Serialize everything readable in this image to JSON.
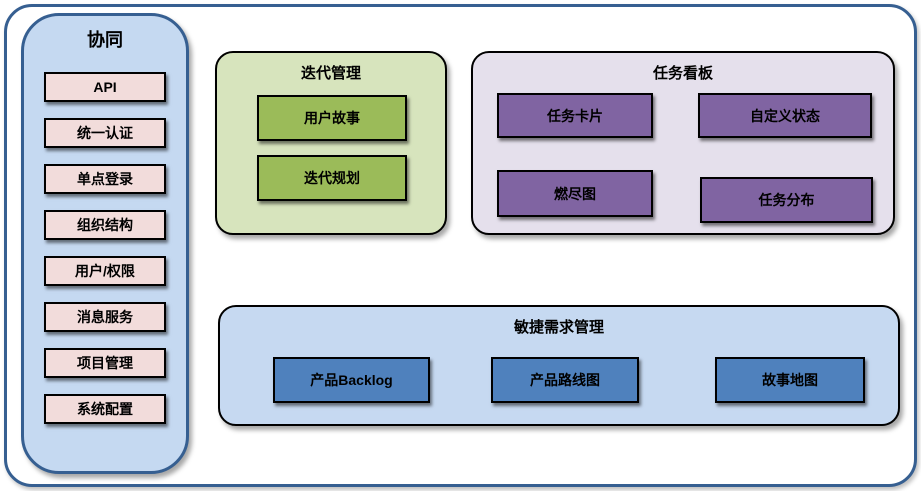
{
  "palette": {
    "frame_border": "#365F91",
    "sidebar_fill": "#C5D9F1",
    "sidebar_item_fill": "#F2DCDB",
    "iteration_panel_fill": "#D7E4BD",
    "iteration_item_fill": "#9BBB59",
    "kanban_panel_fill": "#E5E0EC",
    "kanban_item_fill": "#8064A2",
    "requirements_panel_fill": "#C6D9F1",
    "requirements_item_fill": "#4F81BD",
    "item_border": "#000000"
  },
  "sidebar": {
    "title": "协同",
    "items": [
      "API",
      "统一认证",
      "单点登录",
      "组织结构",
      "用户/权限",
      "消息服务",
      "项目管理",
      "系统配置"
    ]
  },
  "iteration": {
    "title": "迭代管理",
    "items": [
      "用户故事",
      "迭代规划"
    ]
  },
  "kanban": {
    "title": "任务看板",
    "items": [
      "任务卡片",
      "自定义状态",
      "燃尽图",
      "任务分布"
    ]
  },
  "requirements": {
    "title": "敏捷需求管理",
    "items": [
      "产品Backlog",
      "产品路线图",
      "故事地图"
    ]
  }
}
